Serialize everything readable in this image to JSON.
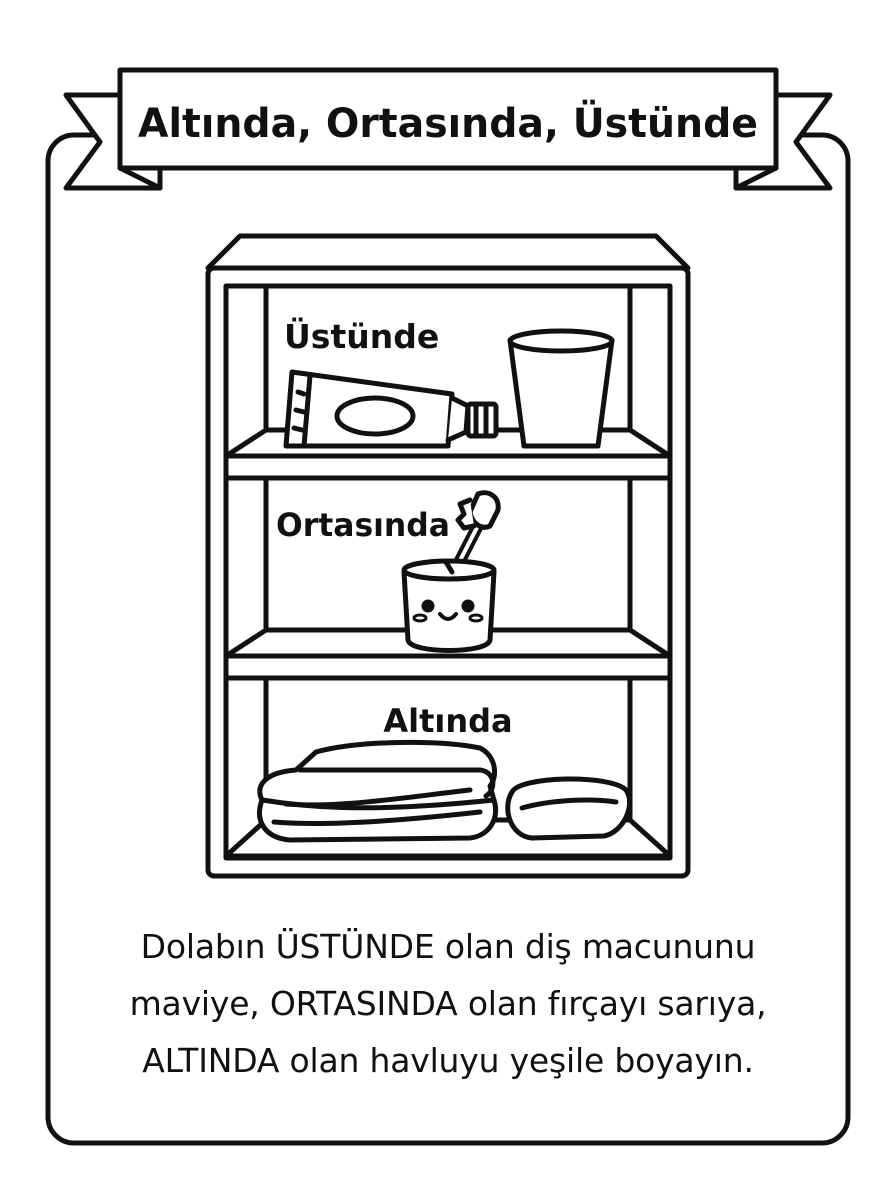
{
  "title": "Altında, Ortasında, Üstünde",
  "shelves": {
    "top_label": "Üstünde",
    "middle_label": "Ortasında",
    "bottom_label": "Altında"
  },
  "instructions": {
    "line1": "Dolabın ÜSTÜNDE olan diş macununu",
    "line2": "maviye, ORTASINDA olan fırçayı sarıya,",
    "line3": "ALTINDA olan havluyu yeşile boyayın."
  },
  "icons": [
    "toothpaste-icon",
    "cup-icon",
    "toothbrush-icon",
    "smiling-cup-icon",
    "towel-icon",
    "soap-icon"
  ],
  "colors": {
    "line": "#111111",
    "background": "#ffffff"
  }
}
